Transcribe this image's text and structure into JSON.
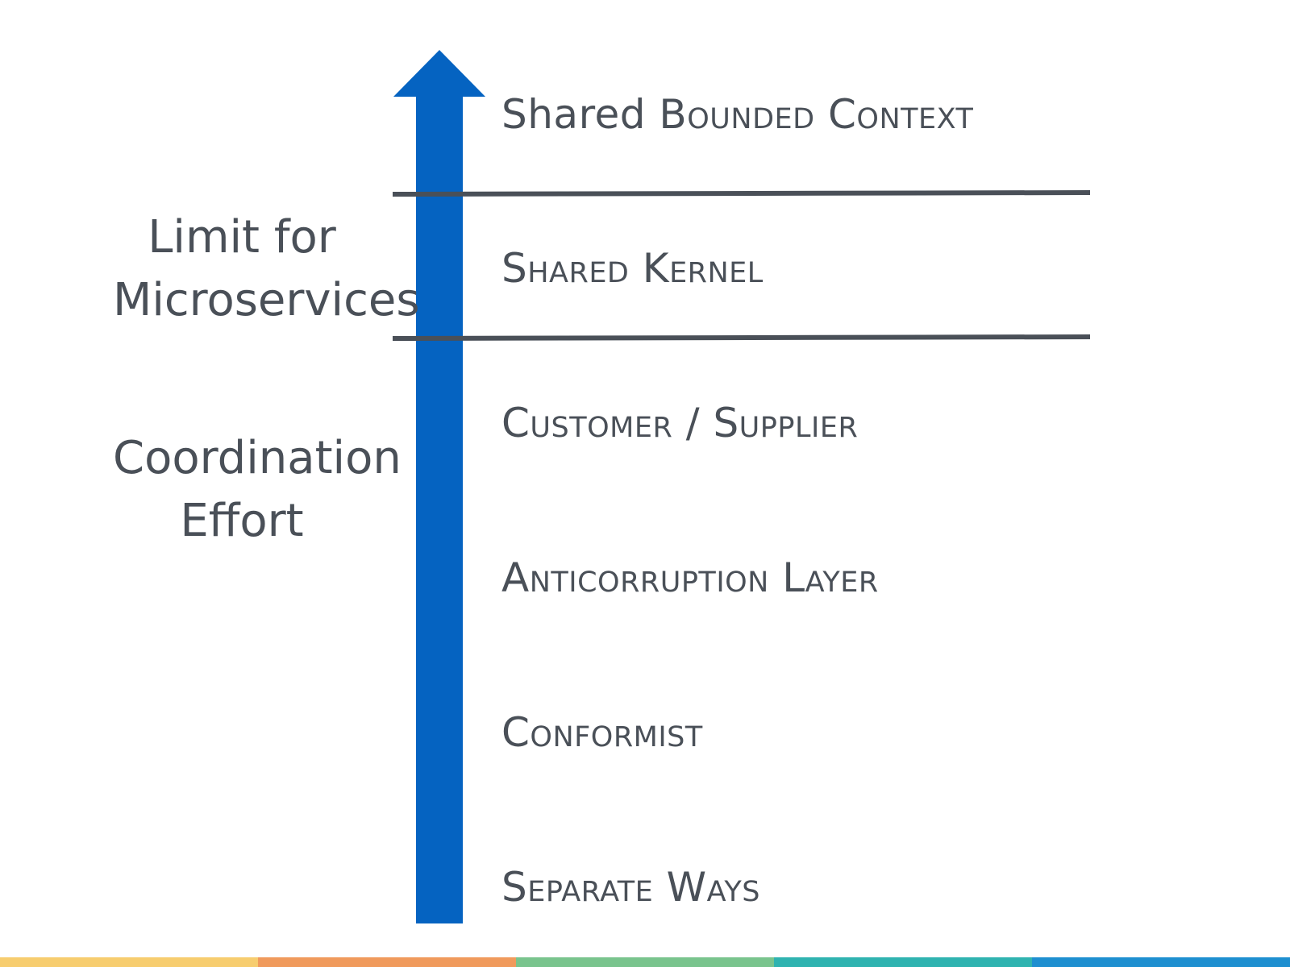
{
  "diagram": {
    "levels": [
      {
        "label": "Shared Bounded Context",
        "small_caps": false,
        "variant": "mixed"
      },
      {
        "label": "Shared Kernel",
        "small_caps": true
      },
      {
        "label": "Customer / Supplier",
        "small_caps": true
      },
      {
        "label": "Anticorruption Layer",
        "small_caps": true
      },
      {
        "label": "Conformist",
        "small_caps": true
      },
      {
        "label": "Separate Ways",
        "small_caps": true
      }
    ],
    "level_prefix_plain": "Shared ",
    "level_suffix_caps": "Bounded Context",
    "limit_label_line1": "Limit for",
    "limit_label_line2": "Microservices",
    "axis_label_line1": "Coordination",
    "axis_label_line2": "Effort"
  },
  "colors": {
    "arrow": "#0563c1",
    "text": "#4a5058",
    "divider": "#4a5058",
    "footer": [
      "#f7cd6f",
      "#f09a5c",
      "#79c48d",
      "#2fb3b0",
      "#1e8fd0"
    ]
  }
}
